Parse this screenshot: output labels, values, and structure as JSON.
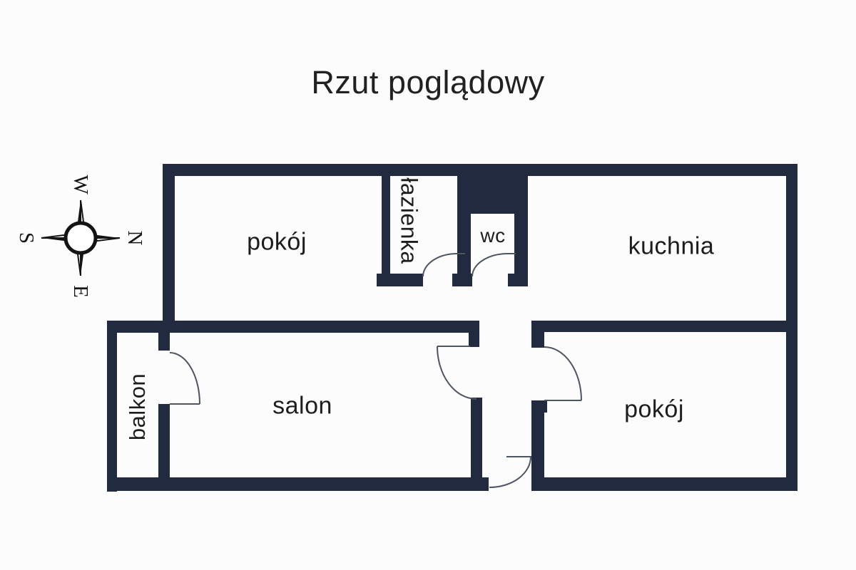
{
  "title": "Rzut poglądowy",
  "compass": {
    "top": "W",
    "right": "N",
    "bottom": "E",
    "left": "S"
  },
  "rooms": [
    {
      "id": "pokoj-1",
      "label": "pokój"
    },
    {
      "id": "lazienka",
      "label": "łazienka"
    },
    {
      "id": "wc",
      "label": "wc"
    },
    {
      "id": "kuchnia",
      "label": "kuchnia"
    },
    {
      "id": "balkon",
      "label": "balkon"
    },
    {
      "id": "salon",
      "label": "salon"
    },
    {
      "id": "pokoj-2",
      "label": "pokój"
    }
  ],
  "colors": {
    "wall": "#212a3e",
    "background": "#fcfcfc",
    "text": "#1d1d1d",
    "door_arc": "#4d5560"
  }
}
